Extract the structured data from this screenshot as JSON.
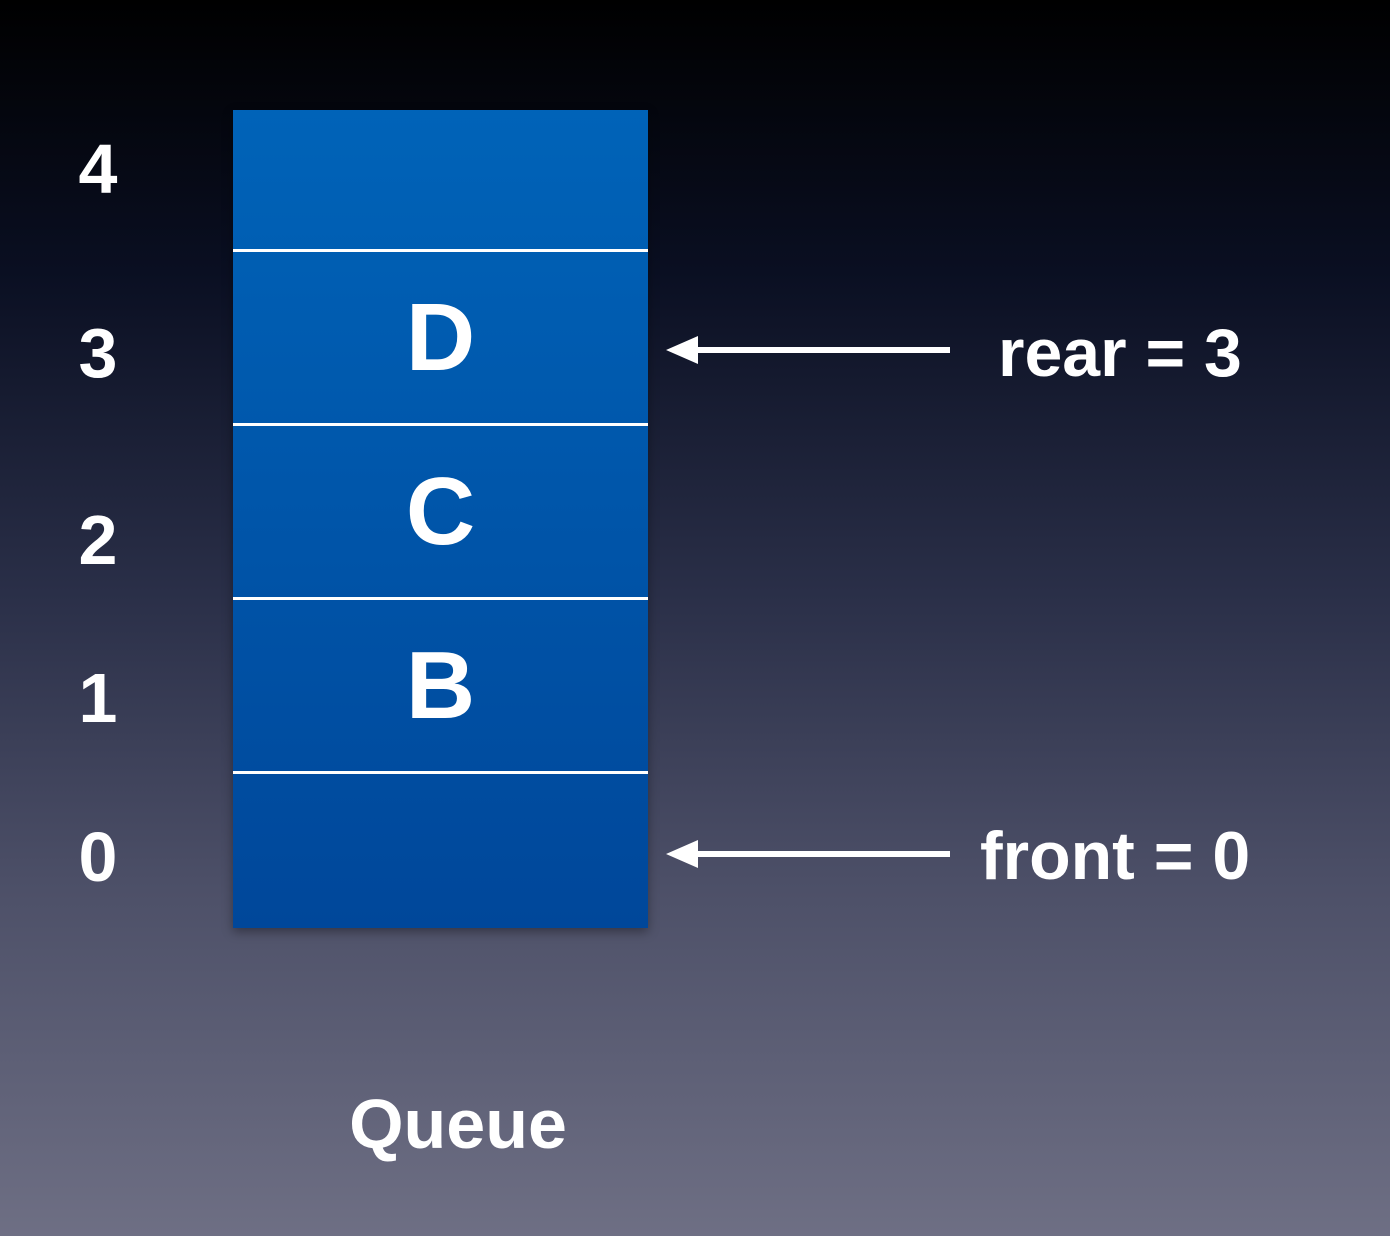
{
  "indices": [
    "4",
    "3",
    "2",
    "1",
    "0"
  ],
  "cells": [
    "",
    "D",
    "C",
    "B",
    ""
  ],
  "pointers": {
    "rear": {
      "label": "rear = 3"
    },
    "front": {
      "label": "front = 0"
    }
  },
  "caption": "Queue",
  "colors": {
    "cell_fill_top": "#0063b8",
    "cell_fill_bottom": "#00479a",
    "divider": "#ffffff",
    "text": "#ffffff"
  },
  "icons": {
    "pointer_arrow": "left-arrow-icon"
  }
}
